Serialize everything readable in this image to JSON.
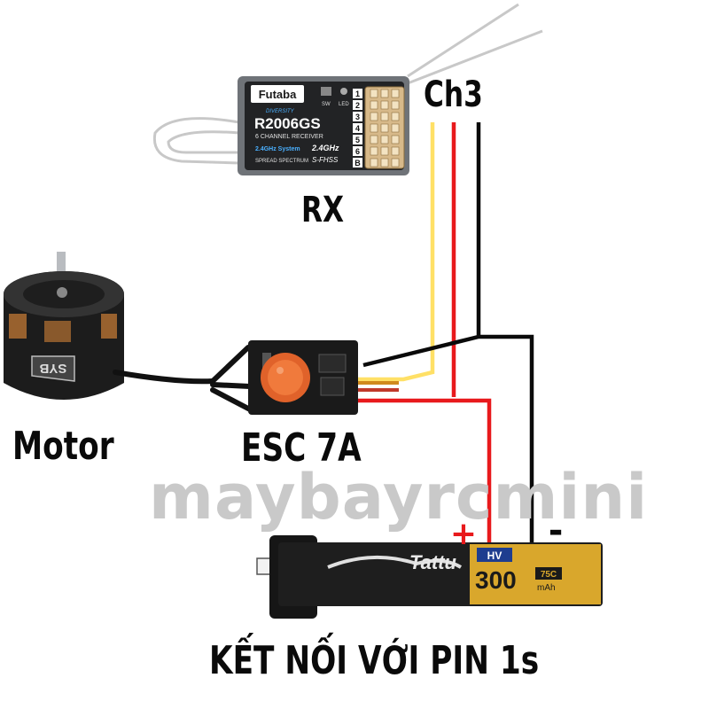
{
  "labels": {
    "rx": "RX",
    "ch3": "Ch3",
    "motor": "Motor",
    "esc": "ESC 7A",
    "connection": "KẾT NỐI VỚI PIN 1s",
    "plus": "+",
    "minus": "-"
  },
  "watermark": "maybayrcmini",
  "receiver": {
    "brand": "Futaba",
    "model": "R2006GS",
    "subtitle": "6 CHANNEL RECEIVER",
    "diversity": "DIVERSITY",
    "band": "2.4GHz System",
    "spread": "SPREAD SPECTRUM",
    "freq": "2.4GHz",
    "protocol": "S-FHSS",
    "sw": "SW",
    "led": "LED",
    "channels": [
      "1",
      "2",
      "3",
      "4",
      "5",
      "6",
      "B"
    ]
  },
  "motor": {
    "brand": "SYB"
  },
  "battery": {
    "brand": "Tattu",
    "hv": "HV",
    "capacity": "300",
    "c_rating": "75C",
    "unit": "mAh"
  },
  "colors": {
    "signal_wire": "#ffe066",
    "power_positive": "#e8191c",
    "power_negative": "#0a0a0a",
    "watermark": "#c9c9c9",
    "battery_gold": "#d9a72c",
    "esc_board": "#1a1a1a",
    "esc_cap": "#e0622a"
  }
}
